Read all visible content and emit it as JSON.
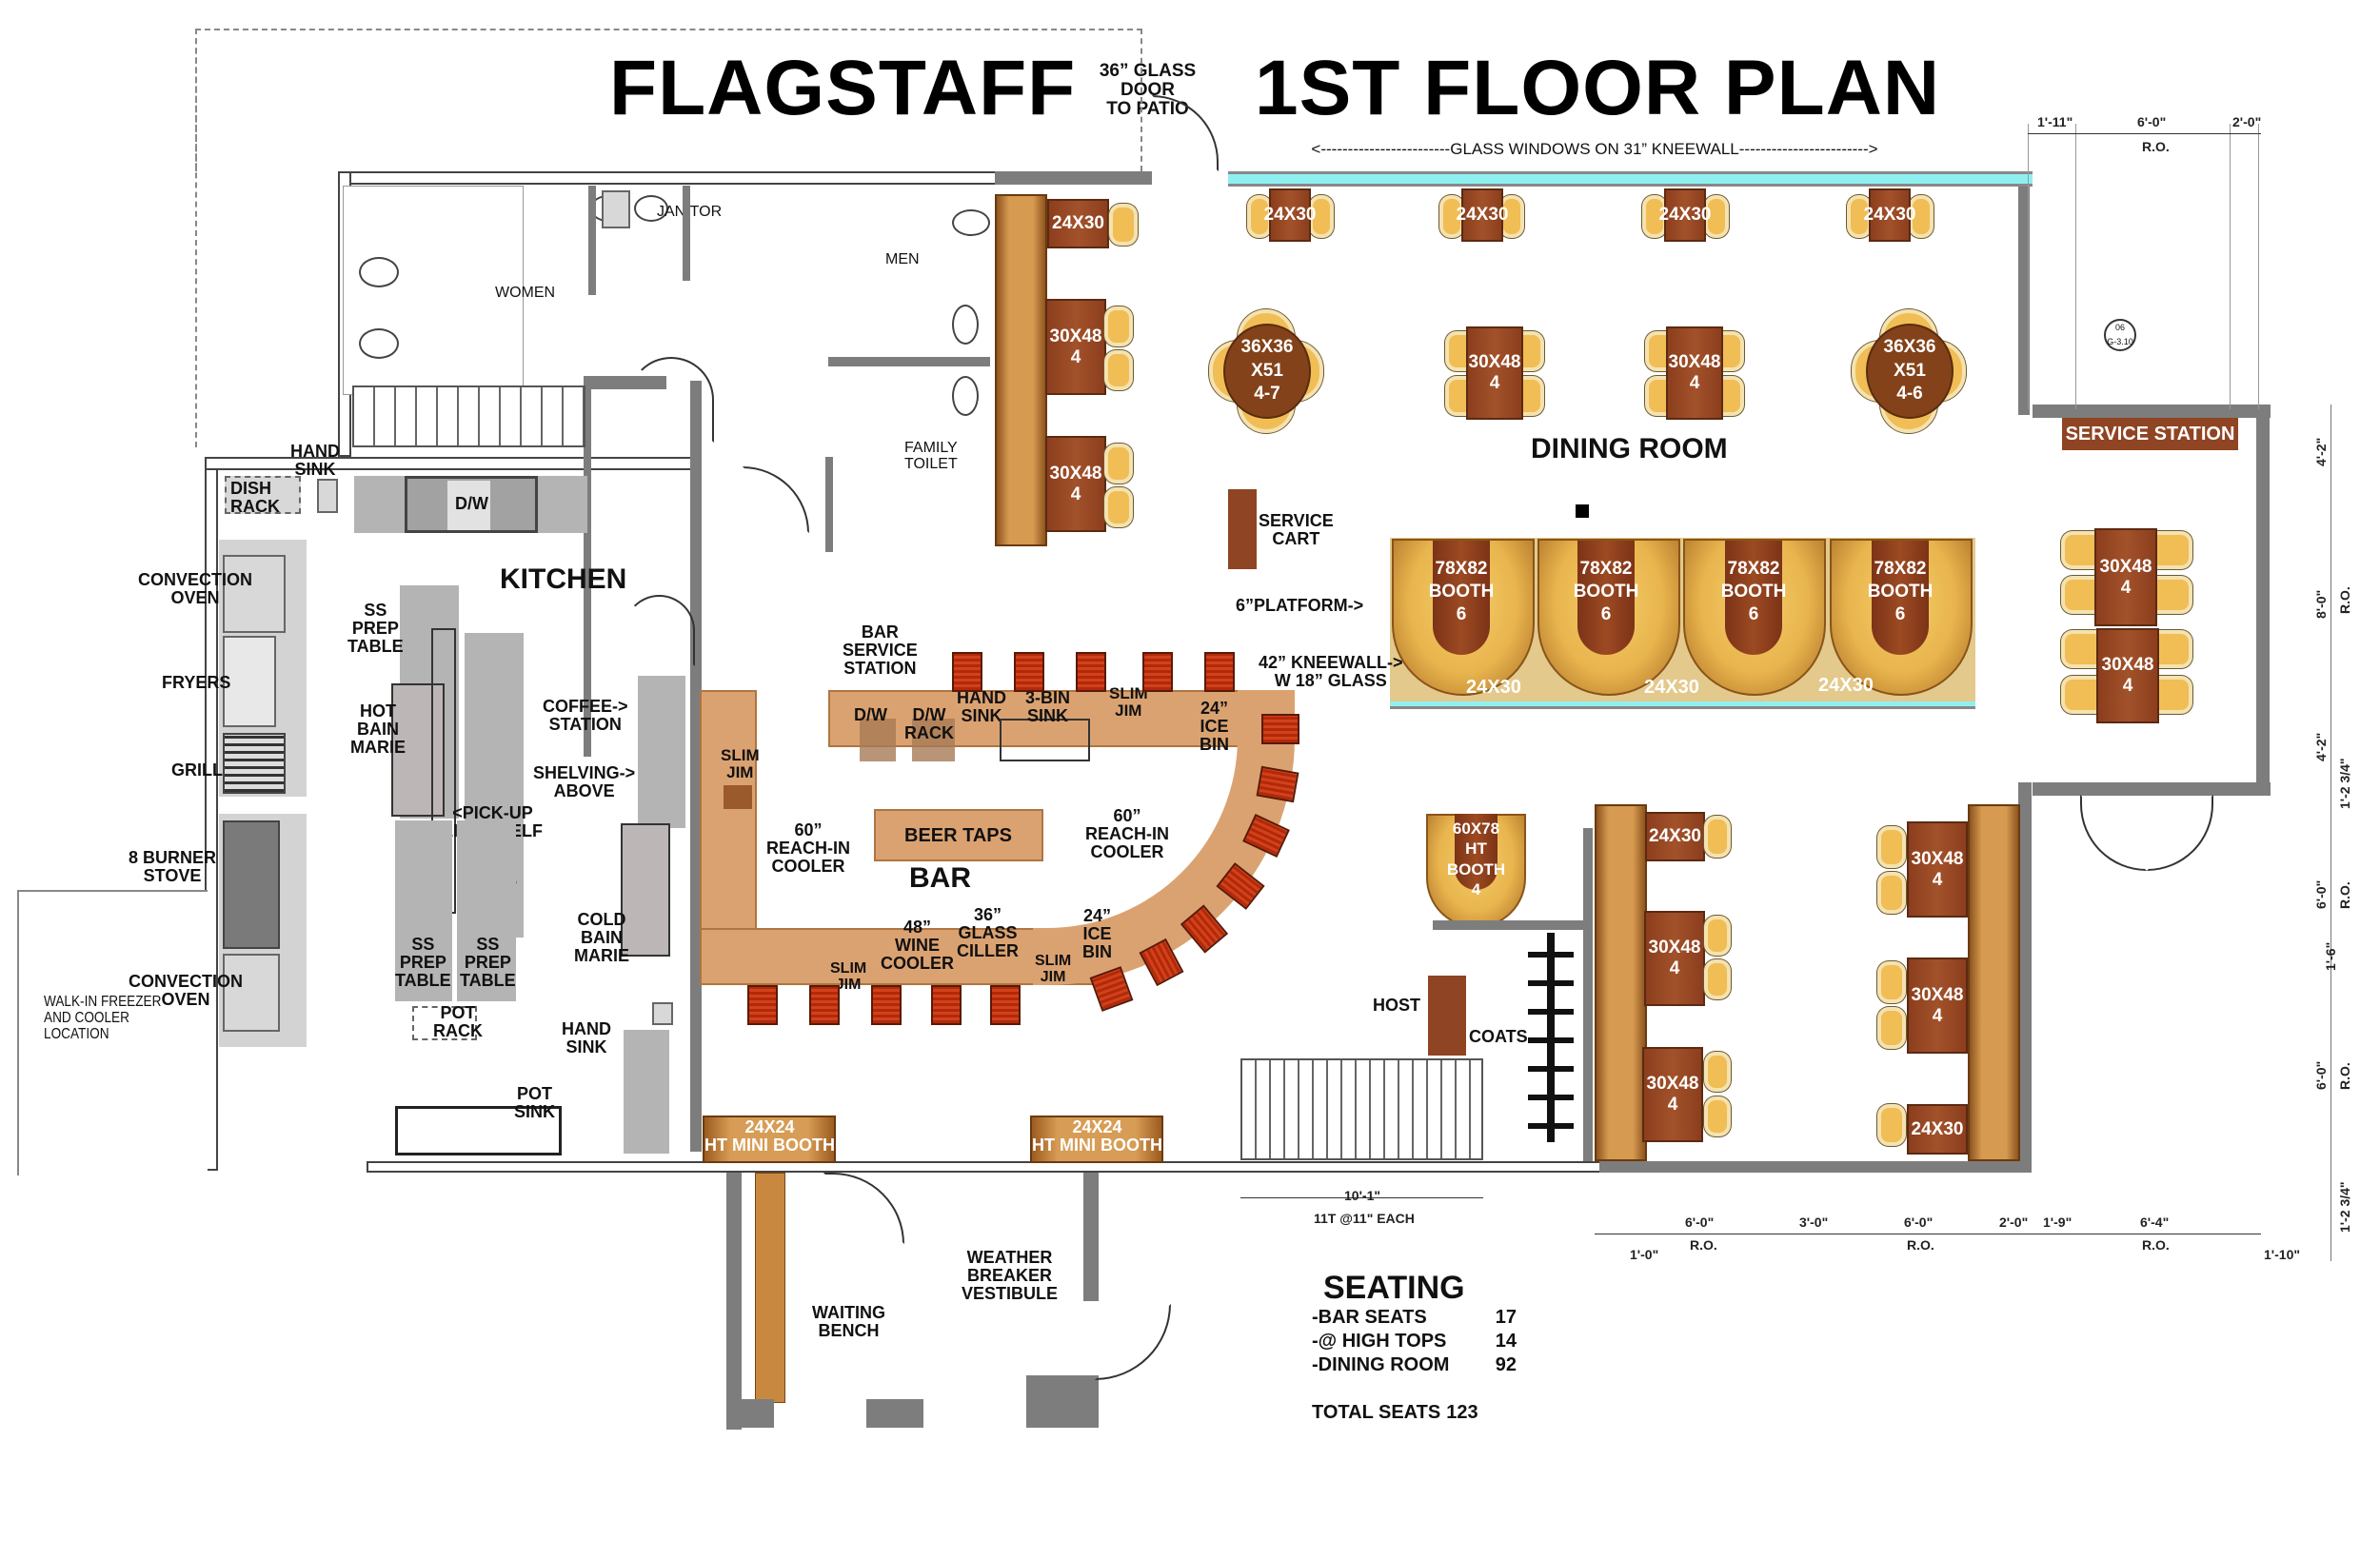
{
  "title": {
    "left": "FLAGSTAFF",
    "right": "1ST FLOOR PLAN"
  },
  "annotations": {
    "glass_door": "36” GLASS DOOR\nTO PATIO",
    "glass_windows": "<------------------------GLASS WINDOWS ON 31” KNEEWALL------------------------>",
    "platform": "6”PLATFORM->",
    "kneewall": "42” KNEEWALL->\nW 18” GLASS",
    "walk_in": "WALK-IN FREEZER\nAND COOLER\nLOCATION",
    "stair_dim": "10'-1\"",
    "stair_treads": "11T @11\" EACH"
  },
  "rooms": {
    "women": "WOMEN",
    "men": "MEN",
    "janitor": "JANITOR",
    "family_toilet": "FAMILY\nTOILET",
    "kitchen": "KITCHEN",
    "bar": "BAR",
    "dining_room": "DINING ROOM",
    "vestibule": "WEATHER\nBREAKER\nVESTIBULE"
  },
  "kitchen_equipment": {
    "hand_sink_top": "HAND\nSINK",
    "dish_rack": "DISH\nRACK",
    "dw": "D/W",
    "convection_oven_top": "CONVECTION\nOVEN",
    "fryers": "FRYERS",
    "grill": "GRILL",
    "burner_stove": "8 BURNER\nSTOVE",
    "convection_oven_bottom": "CONVECTION\nOVEN",
    "ss_prep_top": "SS\nPREP\nTABLE",
    "hot_bain_marie": "HOT\nBAIN\nMARIE",
    "pickup_shelf": "<PICK-UP\nLINE SHELF\nW/\nHEAT\nLAMP",
    "ss_prep_left": "SS\nPREP\nTABLE",
    "ss_prep_right": "SS\nPREP\nTABLE",
    "pot_rack": "POT\nRACK",
    "coffee_station": "COFFEE->\nSTATION",
    "shelving": "SHELVING->\nABOVE",
    "cold_bain_marie": "COLD\nBAIN\nMARIE",
    "hand_sink_bottom": "HAND\nSINK",
    "pot_sink": "POT\nSINK"
  },
  "bar_equipment": {
    "bar_service_station": "BAR\nSERVICE\nSTATION",
    "dw": "D/W",
    "dw_rack": "D/W\nRACK",
    "hand_sink": "HAND\nSINK",
    "three_bin_sink": "3-BIN\nSINK",
    "slim_jim_top": "SLIM\nJIM",
    "ice_bin_top": "24”\nICE\nBIN",
    "slim_jim_left": "SLIM\nJIM",
    "reach_in_left": "60”\nREACH-IN\nCOOLER",
    "beer_taps": "BEER TAPS",
    "reach_in_right": "60”\nREACH-IN\nCOOLER",
    "wine_cooler": "48”\nWINE\nCOOLER",
    "glass_ciller": "36”\nGLASS\nCILLER",
    "slim_jim_bottom_left": "SLIM\nJIM",
    "slim_jim_bottom_right": "SLIM\nJIM",
    "ice_bin_bottom": "24”\nICE\nBIN"
  },
  "dining": {
    "service_cart": "SERVICE\nCART",
    "service_station": "SERVICE STATION",
    "host": "HOST",
    "coats": "COATS",
    "waiting_bench": "WAITING\nBENCH",
    "window_tables": [
      "24X30",
      "24X30",
      "24X30",
      "24X30"
    ],
    "round_tables": [
      {
        "label": "36X36\nX51\n4-7"
      },
      {
        "label": "36X36\nX51\n4-6"
      }
    ],
    "center_tables": [
      "30X48\n4",
      "30X48\n4"
    ],
    "wall_tables_left": [
      "24X30",
      "30X48\n4",
      "30X48\n4"
    ],
    "booths": [
      "78X82\nBOOTH\n6",
      "78X82\nBOOTH\n6",
      "78X82\nBOOTH\n6",
      "78X82\nBOOTH\n6"
    ],
    "booth_hightops": [
      "24X30",
      "24X30",
      "24X30"
    ],
    "right_tables": [
      "30X48\n4",
      "30X48\n4"
    ],
    "ht_booth": "60X78\nHT\nBOOTH\n4",
    "center_bar_tables": [
      "24X30",
      "30X48\n4",
      "30X48\n4"
    ],
    "right_bar_tables": [
      "30X48\n4",
      "30X48\n4",
      "24X30"
    ],
    "mini_booths": [
      "24X24\nHT MINI BOOTH",
      "24X24\nHT MINI BOOTH"
    ]
  },
  "dimensions": {
    "top": [
      "1'-11\"",
      "6'-0\"",
      "2'-0\"",
      "R.O."
    ],
    "right_vertical": [
      "4'-2\"",
      "8'-0\"",
      "R.O.",
      "4'-2\"",
      "1'-2 3/4\"",
      "6'-0\"",
      "R.O.",
      "1'-6\"",
      "6'-0\"",
      "R.O.",
      "1'-2 3/4\""
    ],
    "bottom": [
      "6'-0\"",
      "3'-0\"",
      "6'-0\"",
      "2'-0\"",
      "1'-9\"",
      "6'-4\""
    ],
    "bottom_ro": [
      "R.O.",
      "R.O.",
      "R.O."
    ],
    "bottom_small": [
      "1'-0\"",
      "1'-10\""
    ],
    "section_marker": {
      "num": "06",
      "sheet": "G-3.10"
    }
  },
  "seating": {
    "heading": "SEATING",
    "rows": [
      {
        "label": "-BAR SEATS",
        "value": "17"
      },
      {
        "label": "-@ HIGH TOPS",
        "value": "14"
      },
      {
        "label": "-DINING ROOM",
        "value": "92"
      }
    ],
    "total_label": "TOTAL SEATS",
    "total_value": "123"
  },
  "colors": {
    "table_wood": "#8c3e1d",
    "chair": "#f1bd55",
    "bar_counter": "#dba271",
    "stool": "#c0330f",
    "glass": "#8ff0f2",
    "wall": "#7d7d7d",
    "equipment_gray": "#b4b4b4"
  }
}
